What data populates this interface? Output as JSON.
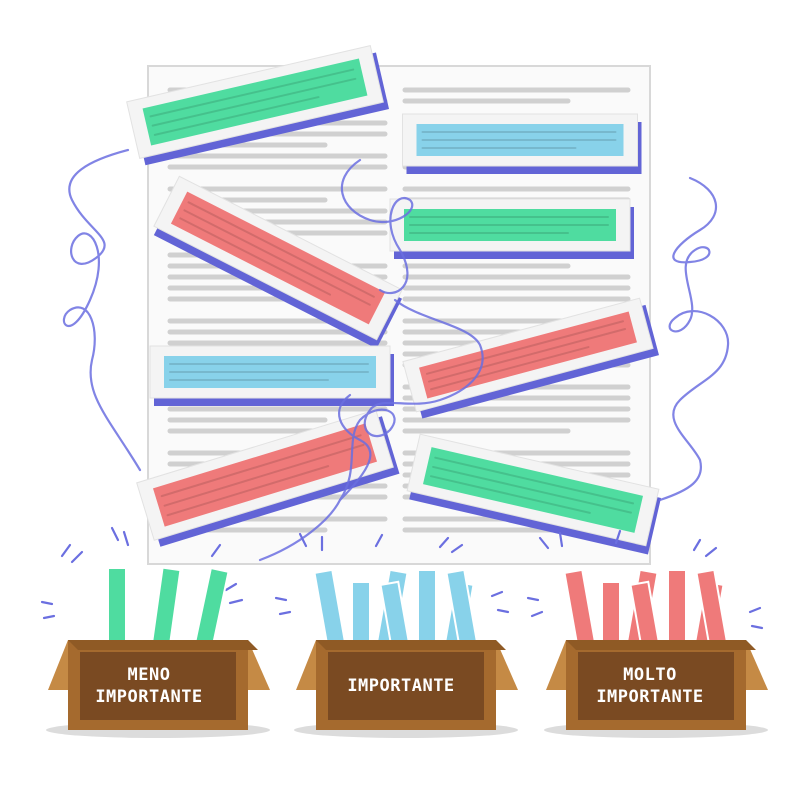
{
  "colors": {
    "green": "#4fdca0",
    "blue": "#88d2ea",
    "red": "#ef7a7a",
    "scribble": "#6b6fe0",
    "card_shadow": "#6264d6",
    "document_text": "#d0d0d0",
    "box_front": "#a56a2e",
    "box_flap": "#c58a45",
    "label_bg": "#7a4a22"
  },
  "document": {
    "icon": "document-page-icon"
  },
  "boxes": [
    {
      "name": "box-meno-importante",
      "line1": "MENO",
      "line2": "IMPORTANTE",
      "strip_color": "green"
    },
    {
      "name": "box-importante",
      "line1": "IMPORTANTE",
      "line2": "",
      "strip_color": "blue"
    },
    {
      "name": "box-molto-importante",
      "line1": "MOLTO",
      "line2": "IMPORTANTE",
      "strip_color": "red"
    }
  ]
}
